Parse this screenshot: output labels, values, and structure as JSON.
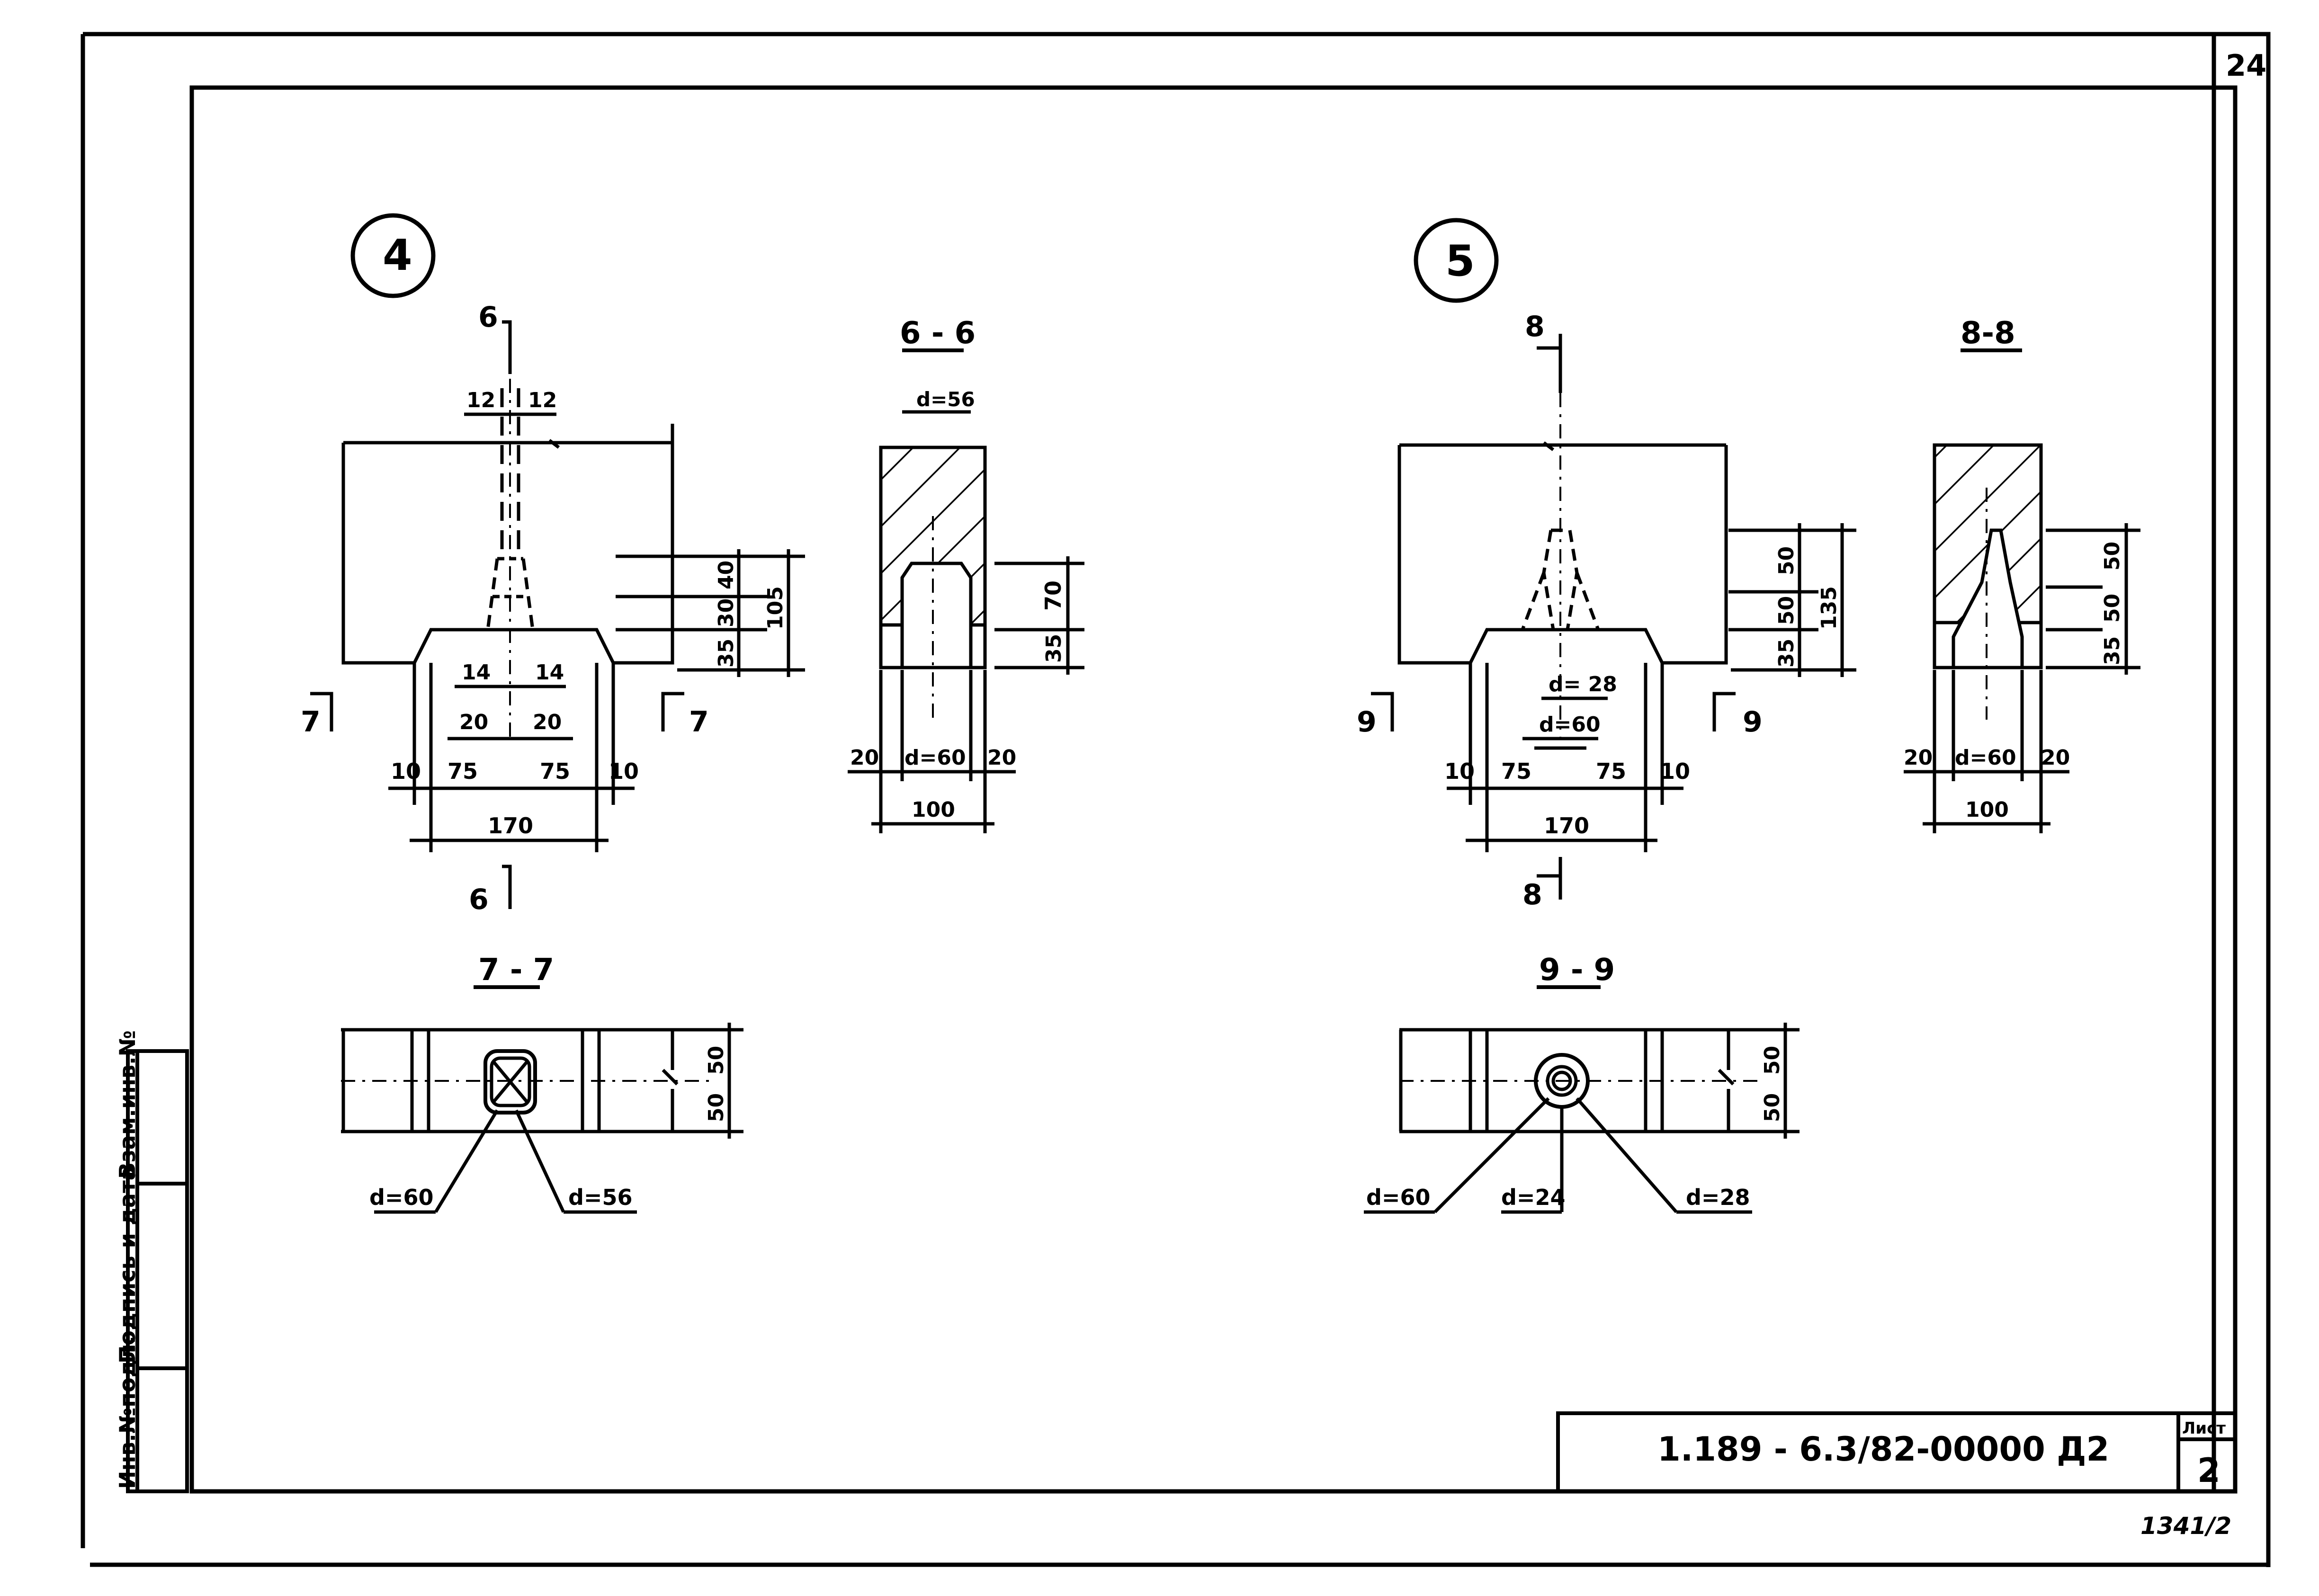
{
  "sheet": {
    "top_corner_number": "24",
    "title_block_code": "1.189 - 6.3/82-00000 Д2",
    "title_block_label": "Лист",
    "sheet_number": "2",
    "bottom_stamp": "1341/2",
    "side_labels": [
      "Инв.№подл.",
      "Подпись и дата",
      "Взам.инв.№"
    ]
  },
  "node4": {
    "marker": "4",
    "section_6_top": "6",
    "section_6_bottom": "6",
    "section_7_left": "7",
    "section_7_right": "7",
    "dim_12_left": "12",
    "dim_12_right": "12",
    "dim_14_left": "14",
    "dim_14_right": "14",
    "dim_20_left": "20",
    "dim_20_right": "20",
    "dim_10_left": "10",
    "dim_75_left": "75",
    "dim_75_right": "75",
    "dim_10_right": "10",
    "dim_170": "170",
    "dim_35": "35",
    "dim_30": "30",
    "dim_40": "40",
    "dim_105": "105"
  },
  "section6": {
    "title": "6 - 6",
    "d_top": "d=56",
    "dim_70": "70",
    "dim_35": "35",
    "dim_20_left": "20",
    "d_bottom": "d=60",
    "dim_20_right": "20",
    "dim_100": "100"
  },
  "section7": {
    "title": "7 - 7",
    "dim_50_top": "50",
    "dim_50_bottom": "50",
    "d60": "d=60",
    "d56": "d=56"
  },
  "node5": {
    "marker": "5",
    "section_8_top": "8",
    "section_8_bottom": "8",
    "section_9_left": "9",
    "section_9_right": "9",
    "d28": "d= 28",
    "d60": "d=60",
    "dim_10_left": "10",
    "dim_75_left": "75",
    "dim_75_right": "75",
    "dim_10_right": "10",
    "dim_170": "170",
    "dim_35": "35",
    "dim_50_mid": "50",
    "dim_50_top": "50",
    "dim_135": "135"
  },
  "section8": {
    "title": "8-8",
    "dim_50_top": "50",
    "dim_50_mid": "50",
    "dim_35": "35",
    "dim_20_left": "20",
    "d_bottom": "d=60",
    "dim_20_right": "20",
    "dim_100": "100"
  },
  "section9": {
    "title": "9 - 9",
    "dim_50_top": "50",
    "dim_50_bottom": "50",
    "d60": "d=60",
    "d24": "d=24",
    "d28": "d=28"
  }
}
